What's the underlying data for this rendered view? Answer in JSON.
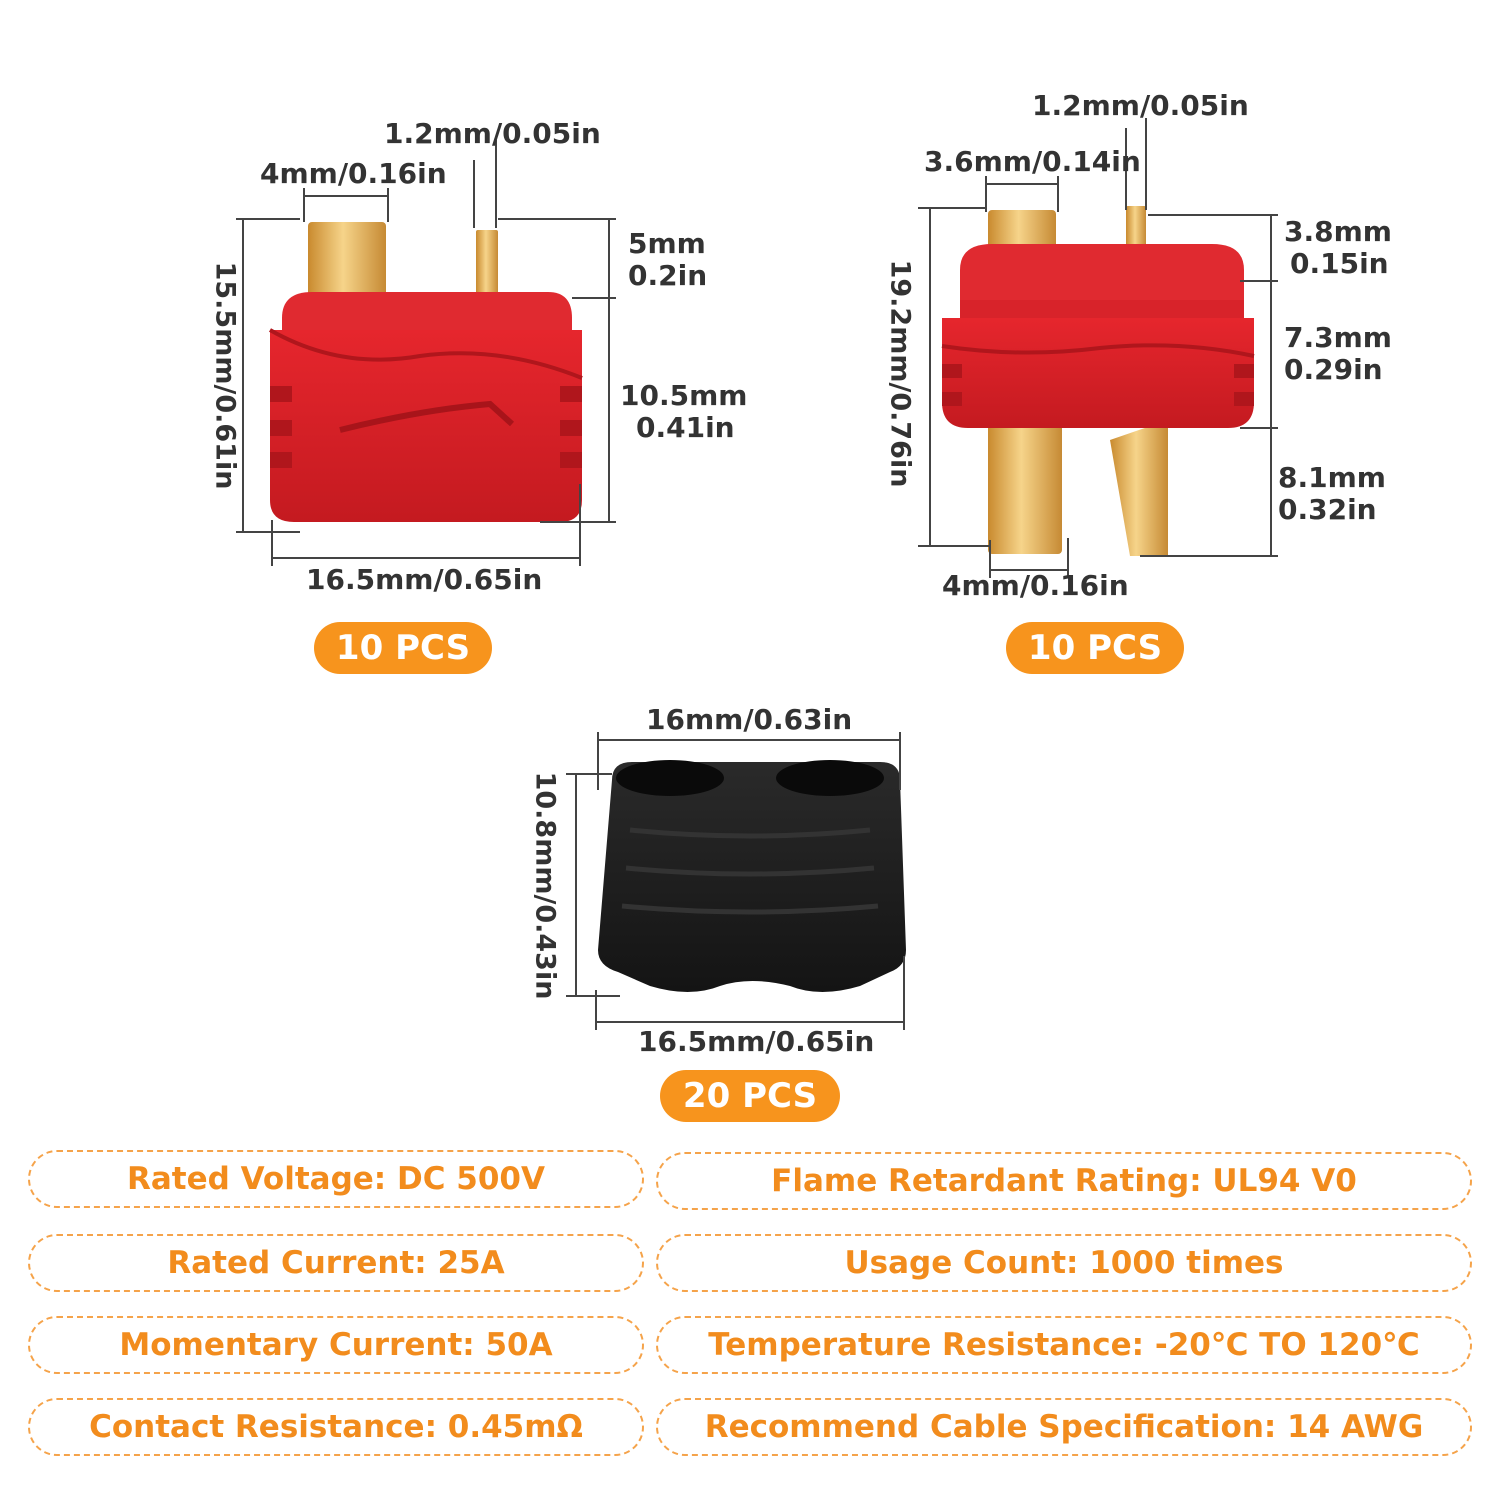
{
  "male_plug": {
    "width_label": "16.5mm/0.65in",
    "height_label": "15.5mm/0.61in",
    "pin_width_label": "4mm/0.16in",
    "pin_thickness_label": "1.2mm/0.05in",
    "pin_height_label_1": "5mm",
    "pin_height_label_2": "0.2in",
    "body_height_label_1": "10.5mm",
    "body_height_label_2": "0.41in",
    "quantity": "10 PCS"
  },
  "female_plug": {
    "pin_thickness_label": "1.2mm/0.05in",
    "pin_width_label": "3.6mm/0.14in",
    "height_label": "19.2mm/0.76in",
    "top_height_label_1": "3.8mm",
    "top_height_label_2": "0.15in",
    "body_height_label_1": "7.3mm",
    "body_height_label_2": "0.29in",
    "tab_height_label_1": "8.1mm",
    "tab_height_label_2": "0.32in",
    "tab_width_label": "4mm/0.16in",
    "quantity": "10 PCS"
  },
  "cover": {
    "top_width_label": "16mm/0.63in",
    "height_label": "10.8mm/0.43in",
    "bottom_width_label": "16.5mm/0.65in",
    "quantity": "20 PCS"
  },
  "specs": {
    "rated_voltage": "Rated Voltage: DC 500V",
    "flame_rating": "Flame Retardant Rating: UL94 V0",
    "rated_current": "Rated Current: 25A",
    "usage_count": "Usage Count: 1000 times",
    "momentary_current": "Momentary Current: 50A",
    "temperature": "Temperature Resistance: -20℃ TO 120℃",
    "contact_resistance": "Contact Resistance: 0.45mΩ",
    "cable_spec": "Recommend Cable Specification: 14 AWG"
  },
  "colors": {
    "accent": "#f7941d",
    "housing_red": "#d8232a",
    "pin_gold": "#e8b45a",
    "cover_black": "#1c1c1c"
  }
}
